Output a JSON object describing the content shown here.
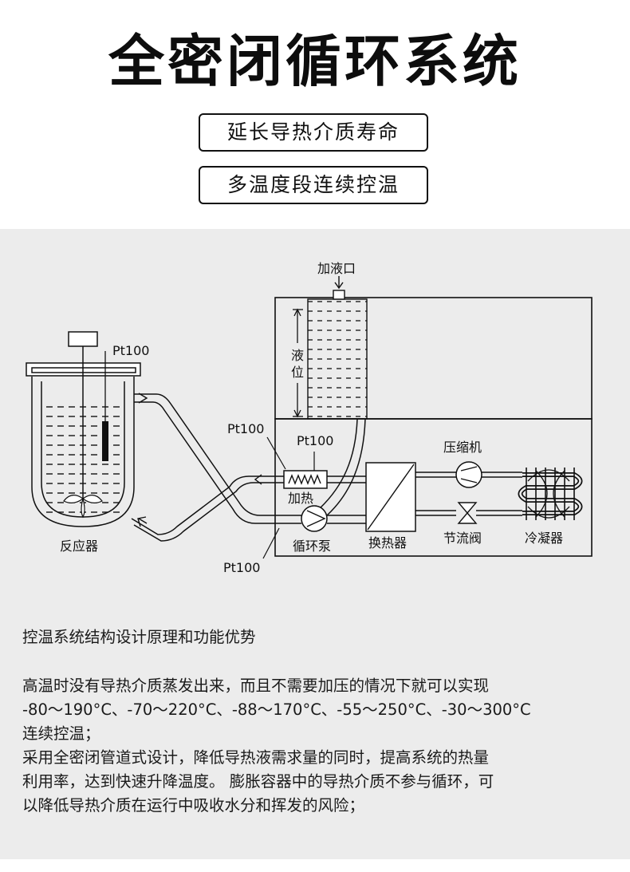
{
  "header": {
    "title": "全密闭循环系统",
    "feature_1": "延长导热介质寿命",
    "feature_2": "多温度段连续控温"
  },
  "diagram": {
    "labels": {
      "fill_port": "加液口",
      "liquid_level_1": "液",
      "liquid_level_2": "位",
      "pt100_reactor": "Pt100",
      "pt100_left": "Pt100",
      "pt100_heater": "Pt100",
      "pt100_bottom": "Pt100",
      "heater": "加热",
      "pump": "循环泵",
      "heat_exchanger": "换热器",
      "compressor": "压缩机",
      "throttle_valve": "节流阀",
      "condenser": "冷凝器",
      "reactor": "反应器"
    }
  },
  "description": {
    "title": "控温系统结构设计原理和功能优势",
    "lines": [
      "高温时没有导热介质蒸发出来，而且不需要加压的情况下就可以实现",
      "-80～190°C、-70～220°C、-88～170°C、-55～250°C、-30～300°C",
      "连续控温；",
      "采用全密闭管道式设计，降低导热液需求量的同时，提高系统的热量",
      "利用率，达到快速升降温度。 膨胀容器中的导热介质不参与循环，可",
      "以降低导热介质在运行中吸收水分和挥发的风险；"
    ]
  },
  "colors": {
    "panel_background": "#ececec",
    "line": "#111111"
  }
}
